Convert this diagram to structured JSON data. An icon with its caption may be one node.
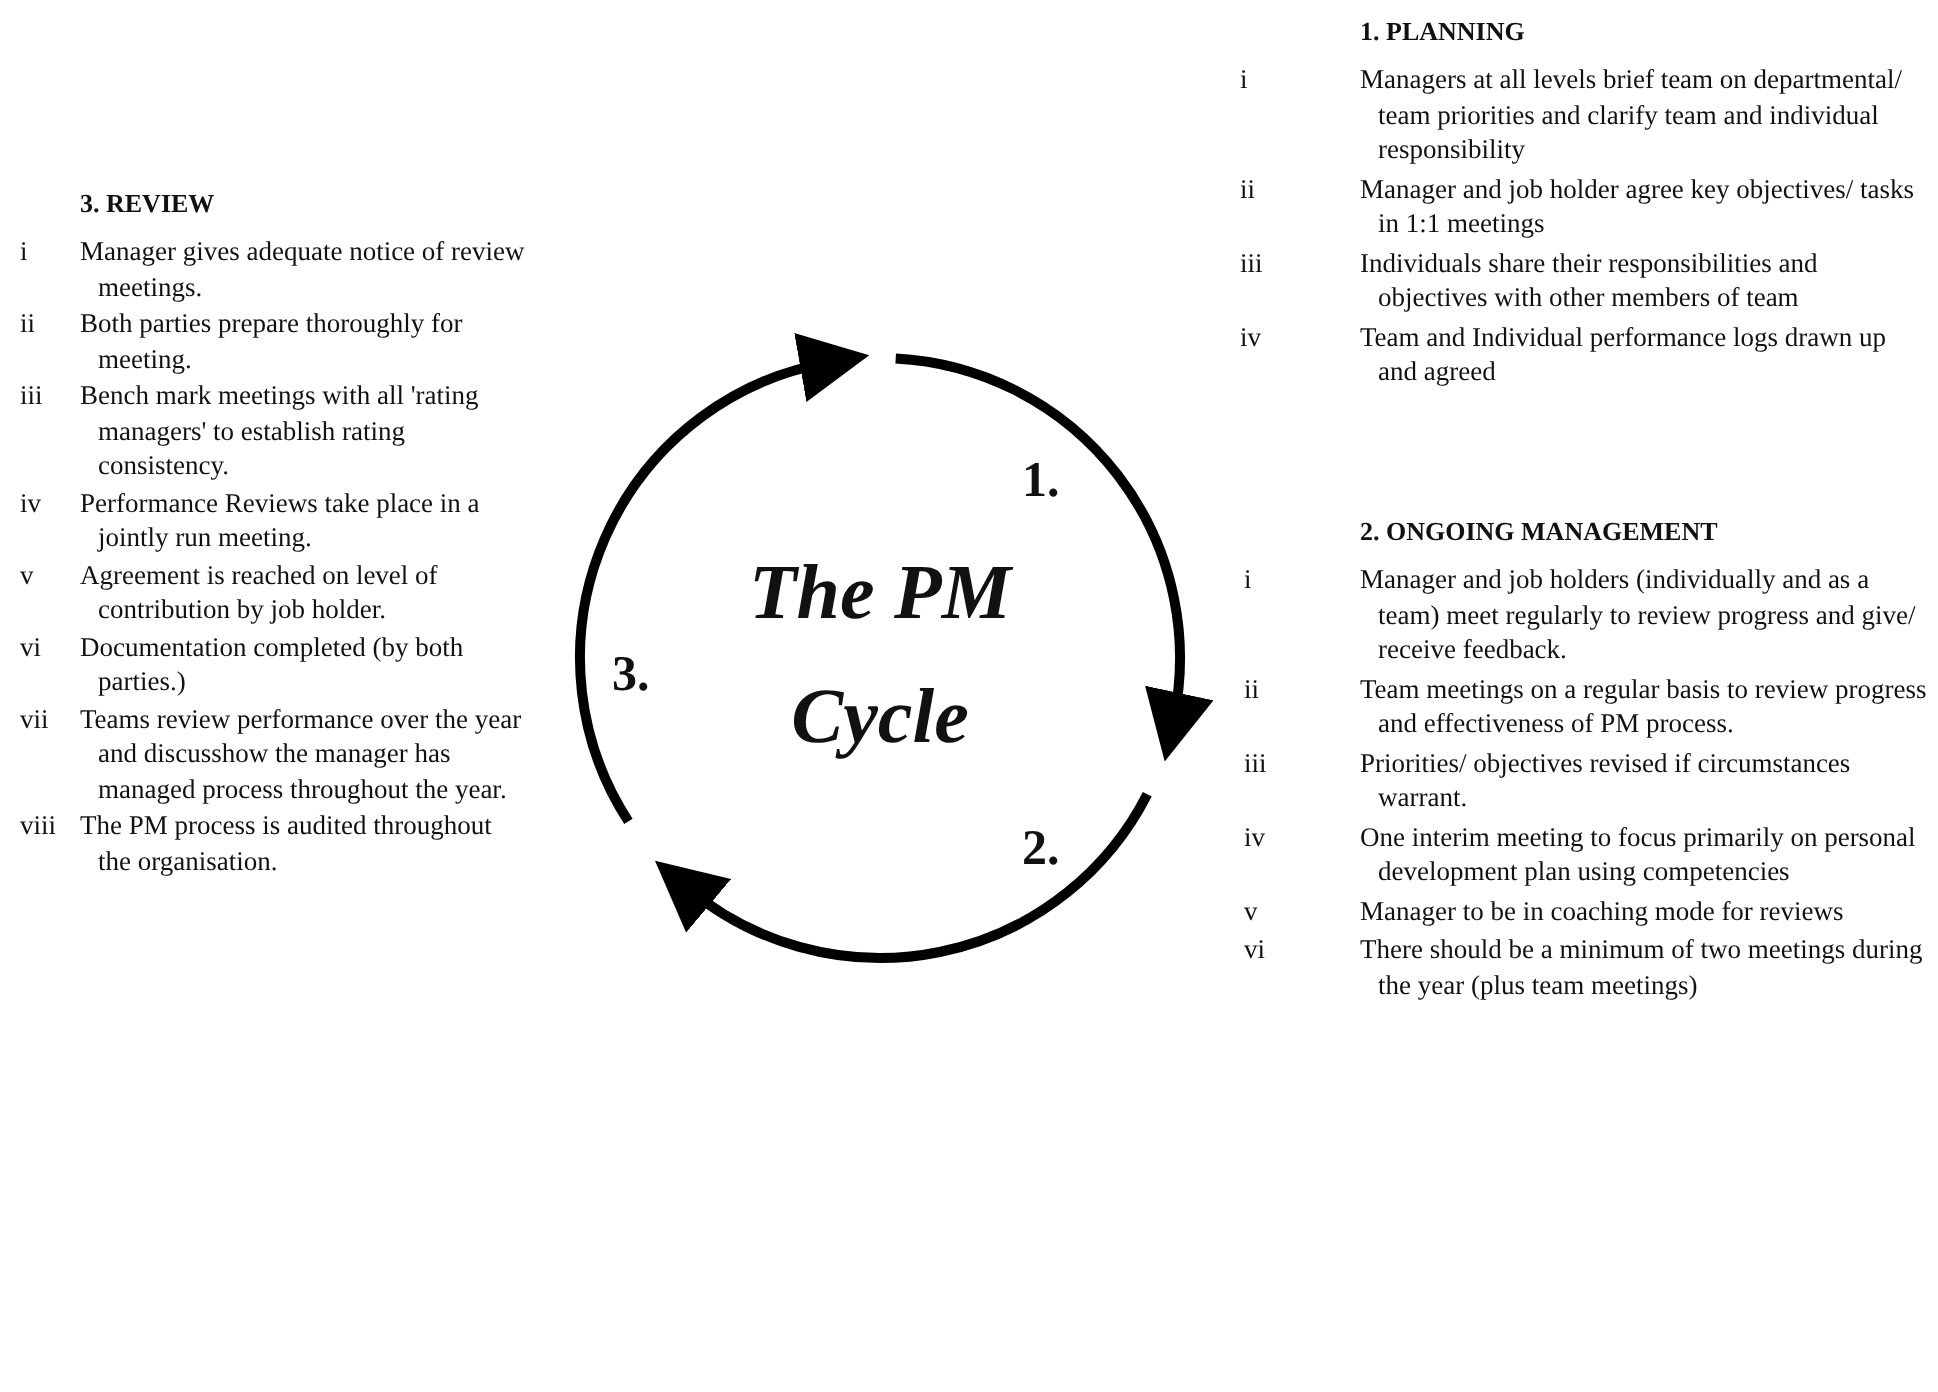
{
  "diagram": {
    "title": "The PM Cycle",
    "labels": [
      "1. PLANNING",
      "i",
      "Managers at all levels brief team on departmental/ team priorities and clarify team and individual responsibility",
      "ii",
      "Manager and job holder agree key objectives/ tasks in 1:1 meetings",
      "iii",
      "Individuals share their responsibilities and objectives with other members of team",
      "iv",
      "Team and Individual performance logs drawn up and agreed",
      "3. REVIEW",
      "i",
      "Manager gives adequate notice of review meetings.",
      "ii",
      "Both parties prepare thoroughly for meeting.",
      "iii",
      "Bench mark meetings with all 'rating managers' to establish rating consistency.",
      "iv",
      "Performance Reviews take place in a jointly run meeting.",
      "v",
      "Agreement is reached on level of contribution by job holder.",
      "vi",
      "Documentation completed (by both parties.)",
      "vii",
      "Teams review performance over the year and discusshow the manager has managed process throughout the year.",
      "viii",
      "The PM process is audited throughout the organisation.",
      "1.",
      "3.",
      "2.",
      "2. ONGOING MANAGEMENT",
      "i",
      "Manager and job holders (individually and as a team) meet regularly to review progress and give/ receive feedback.",
      "ii",
      "Team meetings on a regular basis to review progress and effectiveness of PM process.",
      "iii",
      "Priorities/ objectives revised if circumstances warrant.",
      "iv",
      "One interim meeting to focus primarily on personal development plan using competencies",
      "v",
      "Manager to be in coaching mode for reviews",
      "vi",
      "There should be a minimum of two meetings during the year (plus team meetings)"
    ]
  }
}
